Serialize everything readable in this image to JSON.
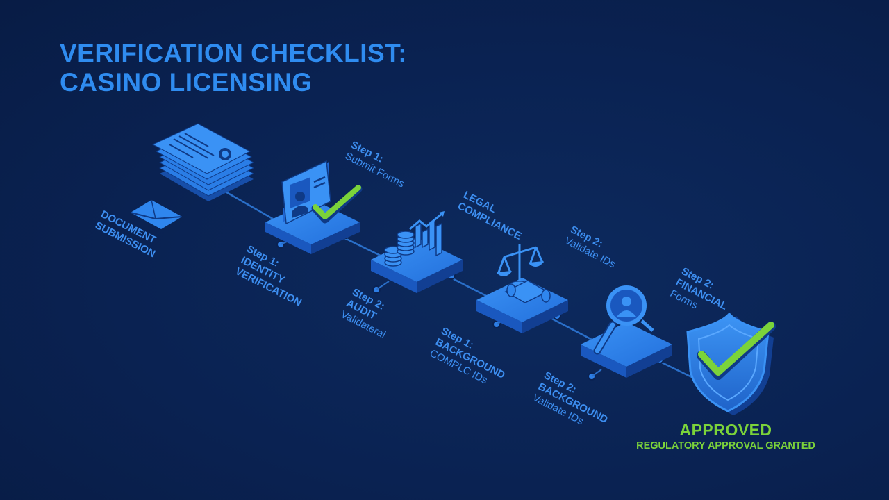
{
  "title": {
    "line1": "VERIFICATION CHECKLIST:",
    "line2": "CASINO LICENSING"
  },
  "labels": {
    "doc": {
      "l1": "DOCUMENT",
      "l2": "SUBMISSION"
    },
    "identity": {
      "l1": "Step 1:",
      "l2": "IDENTITY",
      "l3": "VERIFICATION"
    },
    "submit": {
      "l1": "Step 1:",
      "l2": "Submit Forms"
    },
    "audit": {
      "l1": "Step 2:",
      "l2": "AUDIT",
      "l3": "Validateral"
    },
    "legal": {
      "l1": "LEGAL",
      "l2": "COMPLIANCE"
    },
    "background1": {
      "l1": "Step 1:",
      "l2": "BACKGROUND",
      "l3": "COMPLC IDs"
    },
    "validate_top": {
      "l1": "Step 2:",
      "l2": "Validate IDs"
    },
    "background2": {
      "l1": "Step 2:",
      "l2": "BACKGROUND",
      "l3": "Validate IDs"
    },
    "financial": {
      "l1": "Step 2:",
      "l2": "FINANCIAL",
      "l3": "Forms"
    }
  },
  "approved": {
    "title": "APPROVED",
    "subtitle": "REGULATORY APPROVAL GRANTED"
  },
  "colors": {
    "background": "#0a2252",
    "accent_blue": "#2f8cf0",
    "platform_top": "#2a7fe8",
    "approved_green": "#7bd33a"
  },
  "icons": [
    "document-stack-icon",
    "envelope-icon",
    "id-card-icon",
    "checkmark-icon",
    "coins-chart-icon",
    "scales-icon",
    "magnifier-person-icon",
    "shield-check-icon"
  ]
}
